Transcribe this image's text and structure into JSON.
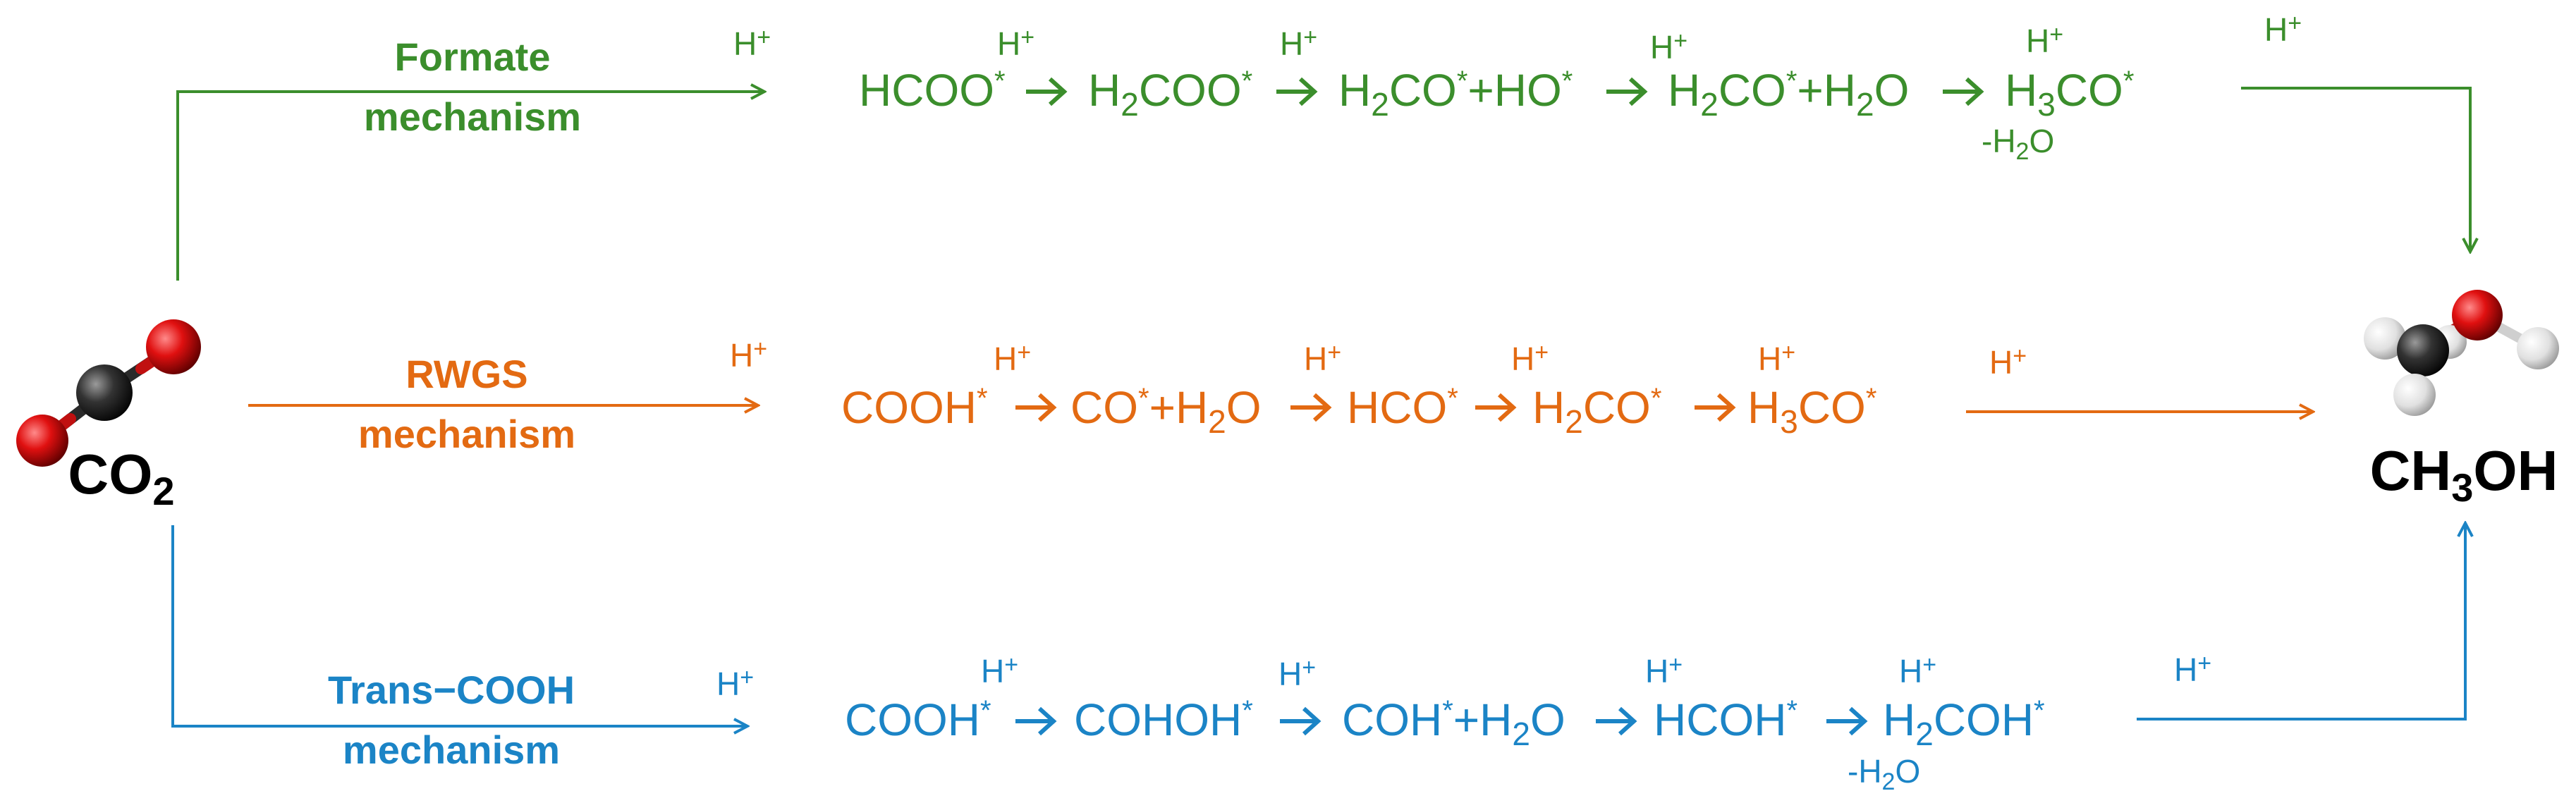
{
  "colors": {
    "formate": "#3b8e2c",
    "rwgs": "#e36a12",
    "trans": "#1b84c6",
    "oxygen": "#e01010",
    "carbon": "#2a2a2a",
    "hydrogen": "#e6e6e6"
  },
  "reactant": {
    "main": "CO",
    "sub": "2"
  },
  "product": {
    "pre": "CH",
    "sub": "3",
    "post": "OH"
  },
  "h_plus": {
    "symbol": "H",
    "sup": "+"
  },
  "pathways": {
    "formate": {
      "label_line1": "Formate",
      "label_line2": "mechanism",
      "water_loss": {
        "pre": "-H",
        "sub": "2",
        "post": "O"
      },
      "species": [
        {
          "pre": "HCOO",
          "sub": "",
          "post": "",
          "star": "*"
        },
        {
          "pre": "H",
          "sub": "2",
          "post": "COO",
          "star": "*"
        },
        {
          "pre": "H",
          "sub": "2",
          "post": "CO",
          "star": "*",
          "extra": "+HO",
          "extra_star": "*"
        },
        {
          "pre": "H",
          "sub": "2",
          "post": "CO",
          "star": "*",
          "extra": "+H",
          "extra_sub": "2",
          "extra_post": "O"
        },
        {
          "pre": "H",
          "sub": "3",
          "post": "CO",
          "star": "*"
        }
      ]
    },
    "rwgs": {
      "label_line1": "RWGS",
      "label_line2": "mechanism",
      "species": [
        {
          "pre": "COOH",
          "sub": "",
          "post": "",
          "star": "*"
        },
        {
          "pre": "CO",
          "sub": "",
          "post": "",
          "star": "*",
          "extra": "+H",
          "extra_sub": "2",
          "extra_post": "O"
        },
        {
          "pre": "HCO",
          "sub": "",
          "post": "",
          "star": "*"
        },
        {
          "pre": "H",
          "sub": "2",
          "post": "CO",
          "star": "*"
        },
        {
          "pre": "H",
          "sub": "3",
          "post": "CO",
          "star": "*"
        }
      ]
    },
    "trans": {
      "label_line1": "Trans−COOH",
      "label_line2": "mechanism",
      "water_loss": {
        "pre": "-H",
        "sub": "2",
        "post": "O"
      },
      "species": [
        {
          "pre": "COOH",
          "sub": "",
          "post": "",
          "star": "*"
        },
        {
          "pre": "COHOH",
          "sub": "",
          "post": "",
          "star": "*"
        },
        {
          "pre": "COH",
          "sub": "",
          "post": "",
          "star": "*",
          "extra": "+H",
          "extra_sub": "2",
          "extra_post": "O"
        },
        {
          "pre": "HCOH",
          "sub": "",
          "post": "",
          "star": "*"
        },
        {
          "pre": "H",
          "sub": "2",
          "post": "COH",
          "star": "*"
        }
      ]
    }
  }
}
